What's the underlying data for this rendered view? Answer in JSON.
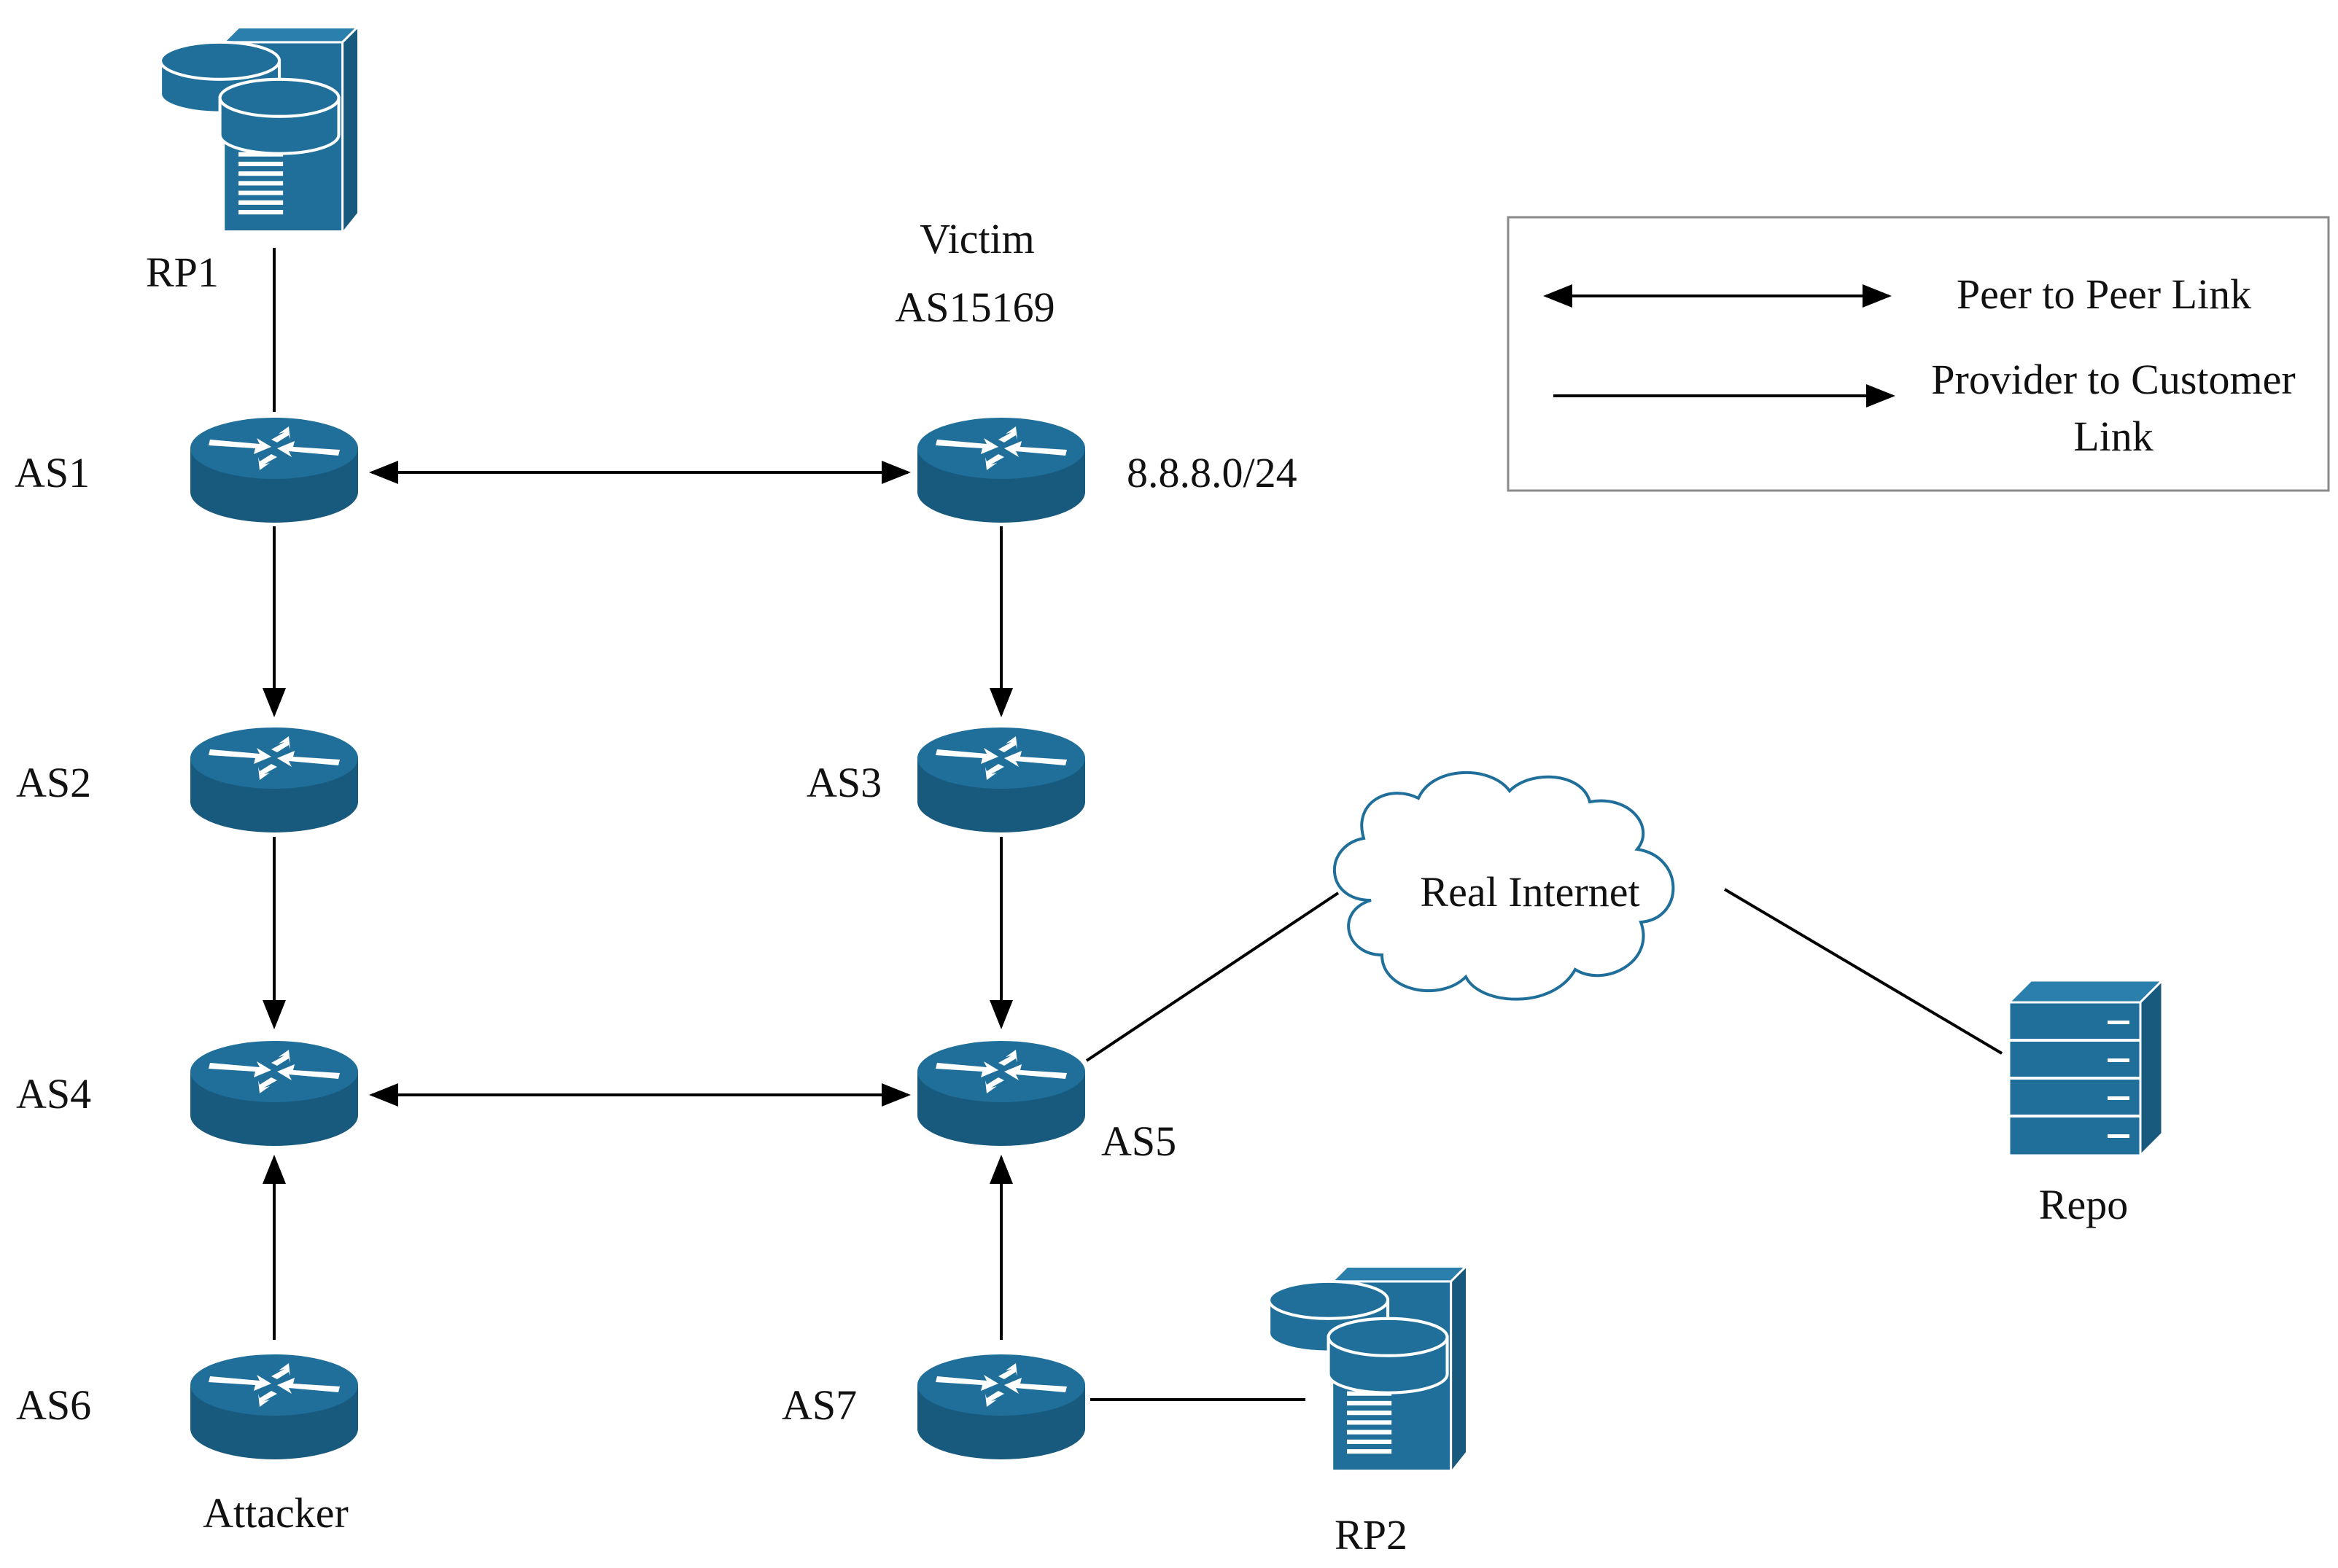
{
  "colors": {
    "device": "#1f6f9a",
    "device_dark": "#175a7e",
    "line": "#000000"
  },
  "nodes": {
    "rp1": {
      "label": "RP1",
      "icon": "rpki-server-icon"
    },
    "as1": {
      "label": "AS1",
      "icon": "router-icon"
    },
    "victim": {
      "label_line1": "Victim",
      "label_line2": "AS15169",
      "prefix": "8.8.8.0/24",
      "icon": "router-icon"
    },
    "as2": {
      "label": "AS2",
      "icon": "router-icon"
    },
    "as3": {
      "label": "AS3",
      "icon": "router-icon"
    },
    "as4": {
      "label": "AS4",
      "icon": "router-icon"
    },
    "as5": {
      "label": "AS5",
      "icon": "router-icon"
    },
    "as6": {
      "label": "AS6",
      "sublabel": "Attacker",
      "icon": "router-icon"
    },
    "as7": {
      "label": "AS7",
      "icon": "router-icon"
    },
    "rp2": {
      "label": "RP2",
      "icon": "rpki-server-icon"
    },
    "internet": {
      "label": "Real Internet",
      "icon": "cloud-icon"
    },
    "repo": {
      "label": "Repo",
      "icon": "file-server-icon"
    }
  },
  "legend": {
    "peer_label": "Peer to Peer Link",
    "provider_label_line1": "Provider to Customer",
    "provider_label_line2": "Link"
  }
}
